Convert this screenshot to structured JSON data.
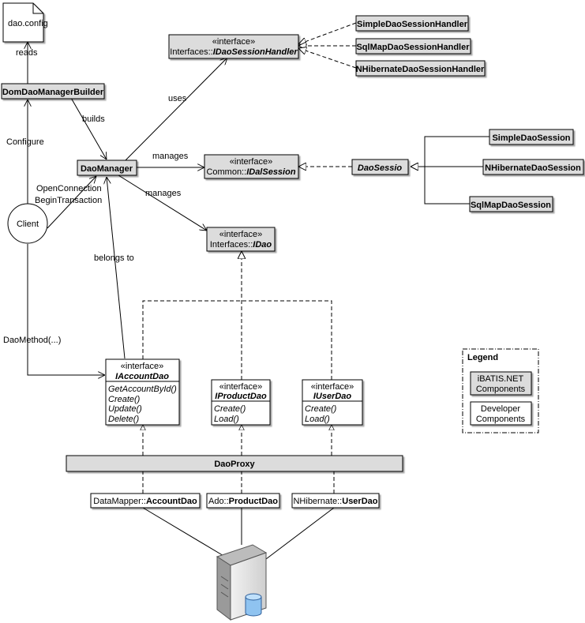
{
  "config_file": "dao.config",
  "nodes": {
    "dom_builder": "DomDaoManagerBuilder",
    "dao_manager": "DaoManager",
    "client": "Client",
    "session_handler_iface": {
      "stereotype": "«interface»",
      "prefix": "Interfaces::",
      "name": "IDaoSessionHandler"
    },
    "simple_session_handler": "SimpleDaoSessionHandler",
    "sqlmap_session_handler": "SqlMapDaoSessionHandler",
    "nhibernate_session_handler": "NHibernateDaoSessionHandler",
    "dal_session_iface": {
      "stereotype": "«interface»",
      "prefix": "Common::",
      "name": "IDalSession"
    },
    "dao_session": "DaoSessio",
    "simple_dao_session": "SimpleDaoSession",
    "nhibernate_dao_session": "NHibernateDaoSession",
    "sqlmap_dao_session": "SqlMapDaoSession",
    "idao_iface": {
      "stereotype": "«interface»",
      "prefix": "Interfaces::",
      "name": "IDao"
    },
    "account_dao_iface": {
      "stereotype": "«interface»",
      "name": "IAccountDao",
      "methods": [
        "GetAccountById()",
        "Create()",
        "Update()",
        "Delete()"
      ]
    },
    "product_dao_iface": {
      "stereotype": "«interface»",
      "name": "IProductDao",
      "methods": [
        "Create()",
        "Load()"
      ]
    },
    "user_dao_iface": {
      "stereotype": "«interface»",
      "name": "IUserDao",
      "methods": [
        "Create()",
        "Load()"
      ]
    },
    "dao_proxy": "DaoProxy",
    "account_dao": {
      "prefix": "DataMapper::",
      "name": "AccountDao"
    },
    "product_dao": {
      "prefix": "Ado::",
      "name": "ProductDao"
    },
    "user_dao": {
      "prefix": "NHibernate::",
      "name": "UserDao"
    }
  },
  "edges": {
    "reads": "reads",
    "builds": "builds",
    "configure": "Configure",
    "uses": "uses",
    "manages_session": "manages",
    "manages_dao": "manages",
    "open_connection": "OpenConnection",
    "begin_transaction": "BeginTransaction",
    "belongs_to": "belongs to",
    "dao_method": "DaoMethod(...)"
  },
  "legend": {
    "title": "Legend",
    "ibatis_line1": "iBATIS.NET",
    "ibatis_line2": "Components",
    "dev_line1": "Developer",
    "dev_line2": "Components"
  },
  "colors": {
    "framework_fill": "#dcdcdc",
    "developer_fill": "#ffffff",
    "stroke": "#000000",
    "server_body": "#e0e0e0",
    "database_fill": "#8fc3f0"
  }
}
